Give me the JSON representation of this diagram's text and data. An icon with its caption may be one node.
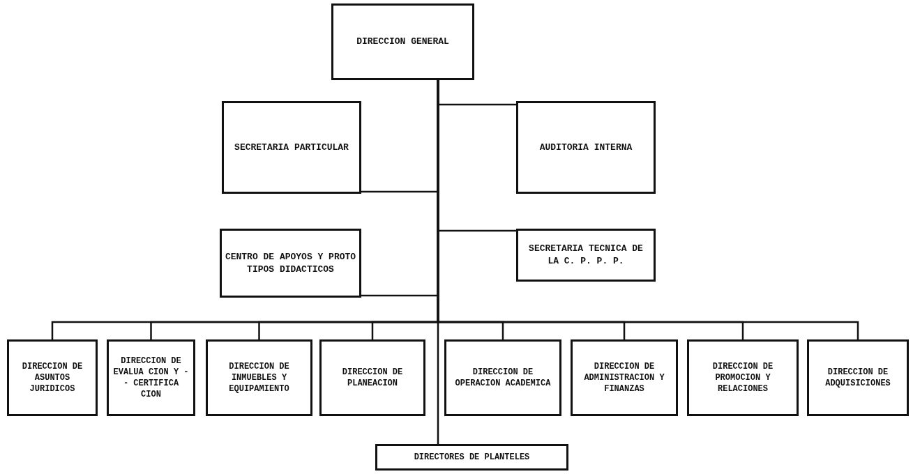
{
  "diagram": {
    "nodes": [
      {
        "text": [
          "DIRECCION GENERAL"
        ]
      },
      {
        "text": [
          "SECRETARIA PARTICULAR"
        ]
      },
      {
        "text": [
          "AUDITORIA INTERNA"
        ]
      },
      {
        "text": [
          "CENTRO DE APOYOS Y PROTO TIPOS DIDACTICOS"
        ]
      },
      {
        "text": [
          "SECRETARIA TECNICA DE LA C. P. P. P."
        ]
      },
      {
        "text": [
          "DIRECCION DE ASUNTOS JURIDICOS"
        ]
      },
      {
        "text": [
          "DIRECCION DE EVALUA CION Y -- CERTIFICA CION"
        ]
      },
      {
        "text": [
          "DIRECCION DE INMUEBLES Y EQUIPAMIENTO"
        ]
      },
      {
        "text": [
          "DIRECCION DE PLANEACION"
        ]
      },
      {
        "text": [
          "DIRECCION DE OPERACION ACADEMICA"
        ]
      },
      {
        "text": [
          "DIRECCION DE ADMINISTRACION Y FINANZAS"
        ]
      },
      {
        "text": [
          "DIRECCION DE PROMOCION Y RELACIONES"
        ]
      },
      {
        "text": [
          "DIRECCION DE ADQUISICIONES"
        ]
      },
      {
        "text": [
          "DIRECTORES DE PLANTELES"
        ]
      }
    ],
    "edges": [
      {
        "from": 0,
        "to": 1,
        "arrow": "none"
      },
      {
        "from": 0,
        "to": 2,
        "arrow": "none"
      },
      {
        "from": 0,
        "to": 3,
        "arrow": "none"
      },
      {
        "from": 0,
        "to": 4,
        "arrow": "none"
      },
      {
        "from": 0,
        "to": 5,
        "arrow": "none"
      },
      {
        "from": 0,
        "to": 6,
        "arrow": "none"
      },
      {
        "from": 0,
        "to": 7,
        "arrow": "none"
      },
      {
        "from": 0,
        "to": 8,
        "arrow": "none"
      },
      {
        "from": 0,
        "to": 9,
        "arrow": "none"
      },
      {
        "from": 0,
        "to": 10,
        "arrow": "none"
      },
      {
        "from": 0,
        "to": 11,
        "arrow": "none"
      },
      {
        "from": 0,
        "to": 12,
        "arrow": "none"
      },
      {
        "from": 0,
        "to": 13,
        "arrow": "none"
      }
    ]
  }
}
